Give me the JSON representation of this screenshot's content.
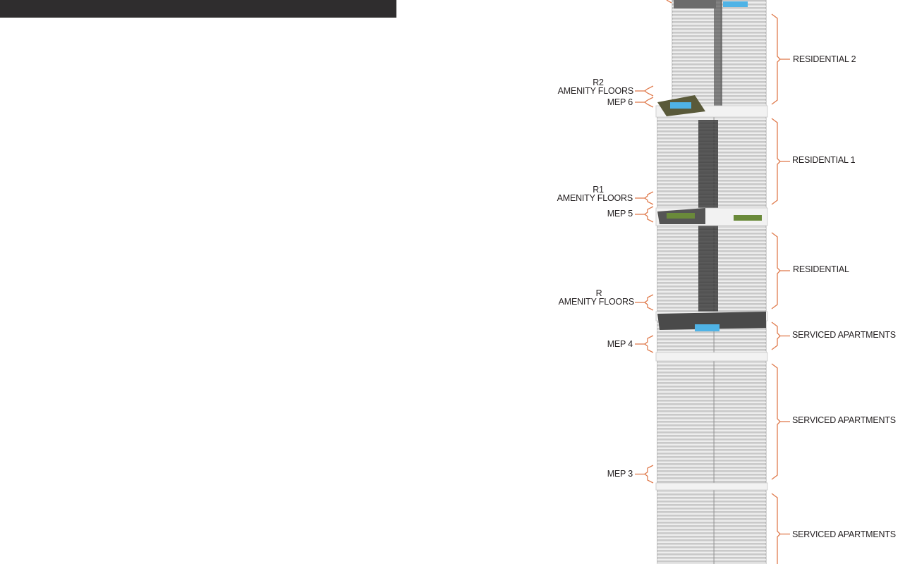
{
  "header": {
    "bar_color": "#2f2d2e"
  },
  "colors": {
    "leader": "#e07b4d",
    "text": "#231f20",
    "tower_face": "#d8d8d8",
    "tower_line": "#a9a9a9",
    "core": "#3a3a3a",
    "pool": "#4fb3e6",
    "garden": "#6a8a3a"
  },
  "zones_right": [
    {
      "id": "residential-2",
      "label": "RESIDENTIAL 2"
    },
    {
      "id": "residential-1",
      "label": "RESIDENTIAL 1"
    },
    {
      "id": "residential",
      "label": "RESIDENTIAL"
    },
    {
      "id": "serviced-apartments-1",
      "label": "SERVICED APARTMENTS"
    },
    {
      "id": "serviced-apartments-2",
      "label": "SERVICED APARTMENTS"
    },
    {
      "id": "serviced-apartments-3",
      "label": "SERVICED APARTMENTS"
    }
  ],
  "zones_left": {
    "r2_code": "R2",
    "r2_amenity": "AMENITY FLOORS",
    "mep6": "MEP 6",
    "r1_code": "R1",
    "r1_amenity": "AMENITY FLOORS",
    "mep5": "MEP 5",
    "r_code": "R",
    "r_amenity": "AMENITY FLOORS",
    "mep4": "MEP 4",
    "mep3": "MEP 3"
  }
}
